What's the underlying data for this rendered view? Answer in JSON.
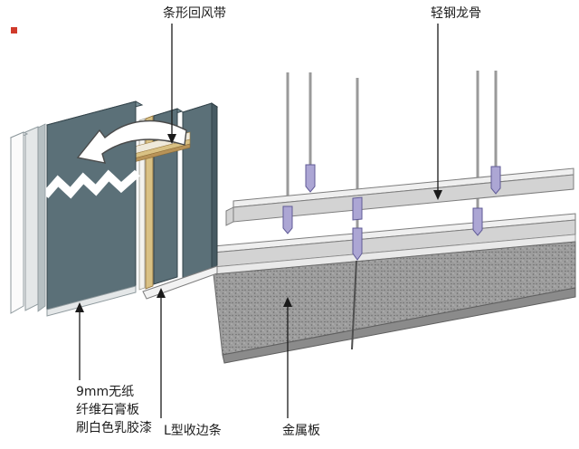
{
  "figure": {
    "type": "ceiling-construction-detail-3d-diagram",
    "background": "#ffffff"
  },
  "callouts": {
    "strip_return_air": {
      "label": "条形回风带"
    },
    "light_steel_keel": {
      "label": "轻钢龙骨"
    },
    "gypsum_board": {
      "lines": [
        "9mm无纸",
        "纤维石膏板",
        "刷白色乳胶漆"
      ]
    },
    "edge_trim": {
      "label": "L型收边条"
    },
    "metal_panel": {
      "label": "金属板"
    }
  },
  "colors": {
    "panel_dark": "#5b7078",
    "panel_dark_deep": "#465a62",
    "panel_top": "#7f959c",
    "core_yellow": "#d9c184",
    "hanger_purple": "#aca6d4",
    "hanger_purple_dark": "#5f5a96",
    "metal_gray": "#9d9d9d",
    "rod_gray": "#9a9a9a",
    "line_black": "#1a1a1a",
    "red_mark": "#d03a2b"
  }
}
